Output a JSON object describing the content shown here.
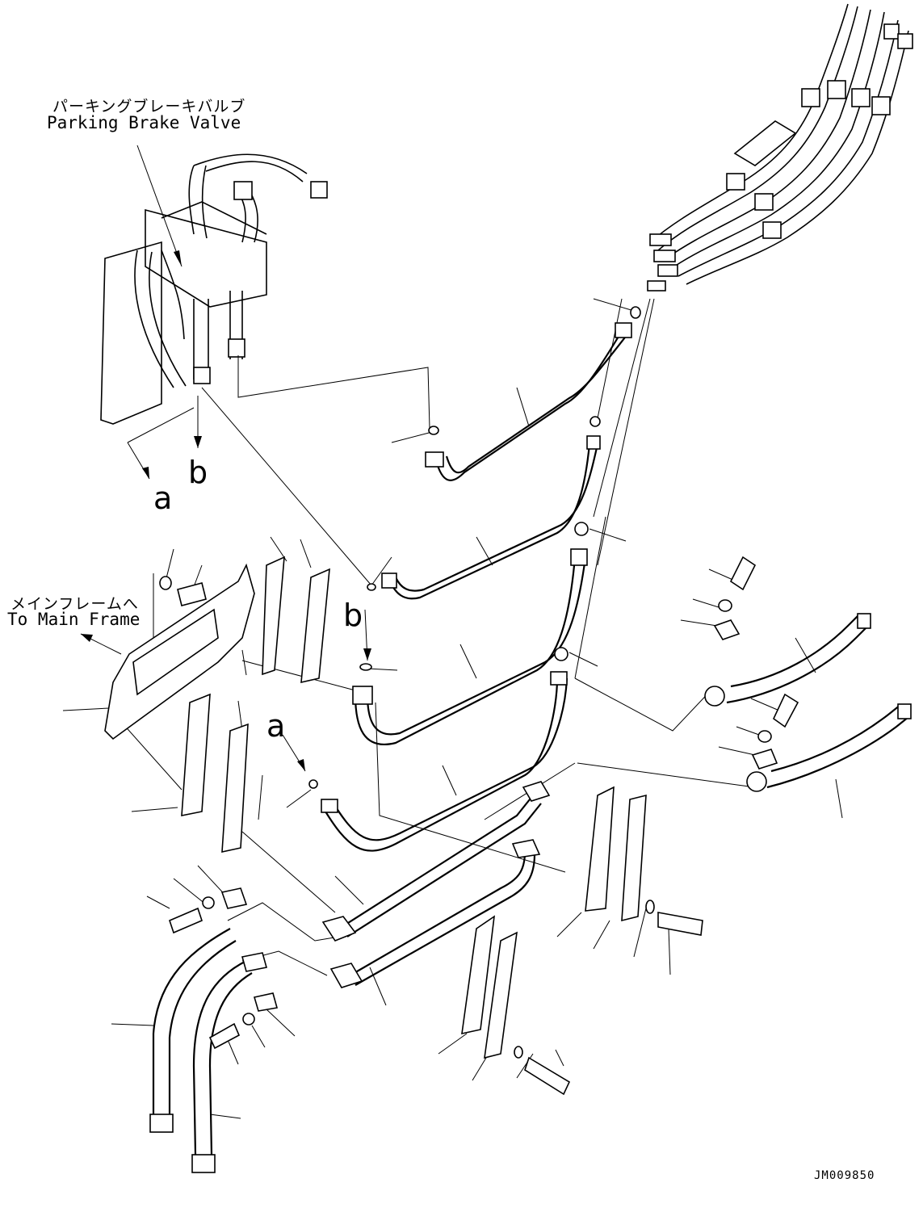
{
  "labels": {
    "parking_brake_valve_jp": "パーキングブレーキバルブ",
    "parking_brake_valve_en": "Parking Brake Valve",
    "to_main_frame_jp": "メインフレームへ",
    "to_main_frame_en": "To Main Frame",
    "ref_a": "a",
    "ref_b": "b",
    "ref_b_lower": "b",
    "ref_a_lower": "a",
    "drawing_code": "JM009850"
  },
  "colors": {
    "line": "#000000",
    "background": "#ffffff"
  }
}
